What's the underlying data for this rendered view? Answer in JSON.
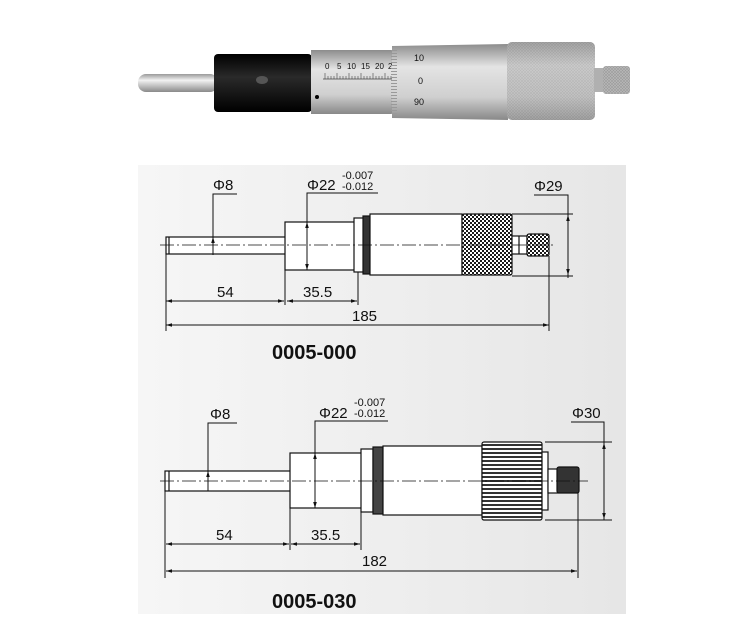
{
  "photo": {
    "sleeve_scale_numbers": [
      "0",
      "5",
      "10",
      "15",
      "20",
      "2"
    ],
    "thimble_numbers": [
      "10",
      "0",
      "90"
    ],
    "colors": {
      "spindle": "#c8c8c8",
      "lock_sleeve": "#0d0d0d",
      "sleeve": "#c9c9c9",
      "thimble": "#bdbdbd",
      "ratchet": "#a8a8a8"
    }
  },
  "drawings": [
    {
      "model": "0005-000",
      "spindle_diameter": "Φ8",
      "sleeve_diameter": "Φ22",
      "tolerance_upper": "-0.007",
      "tolerance_lower": "-0.012",
      "thimble_diameter": "Φ29",
      "spindle_length": "54",
      "sleeve_length": "35.5",
      "total_length": "185"
    },
    {
      "model": "0005-030",
      "spindle_diameter": "Φ8",
      "sleeve_diameter": "Φ22",
      "tolerance_upper": "-0.007",
      "tolerance_lower": "-0.012",
      "thimble_diameter": "Φ30",
      "spindle_length": "54",
      "sleeve_length": "35.5",
      "total_length": "182"
    }
  ],
  "colors": {
    "panel": "#ececec",
    "line": "#111111",
    "background": "#ffffff"
  }
}
